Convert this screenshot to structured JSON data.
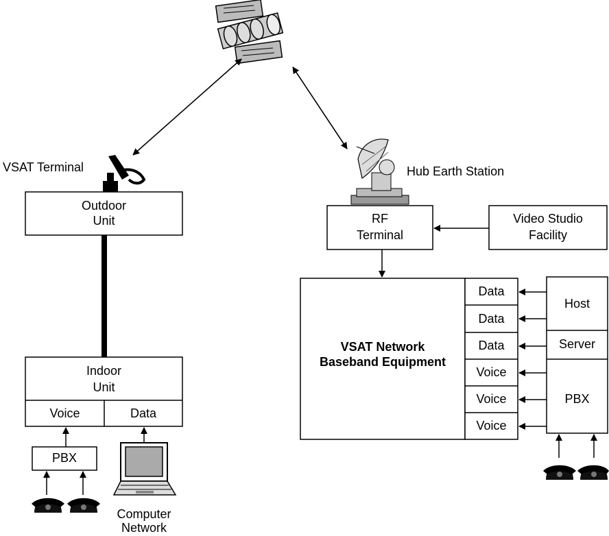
{
  "vsat_side": {
    "vsat_terminal_label": "VSAT Terminal",
    "outdoor_unit": [
      "Outdoor",
      "Unit"
    ],
    "indoor_unit": [
      "Indoor",
      "Unit"
    ],
    "voice_port": "Voice",
    "data_port": "Data",
    "pbx": "PBX",
    "computer_network": [
      "Computer",
      "Network"
    ]
  },
  "hub_side": {
    "hub_label": "Hub Earth Station",
    "rf_terminal": [
      "RF",
      "Terminal"
    ],
    "video_studio": [
      "Video Studio",
      "Facility"
    ],
    "baseband": [
      "VSAT Network",
      "Baseband Equipment"
    ],
    "ports": [
      "Data",
      "Data",
      "Data",
      "Voice",
      "Voice",
      "Voice"
    ],
    "host": "Host",
    "server": "Server",
    "pbx": "PBX"
  }
}
